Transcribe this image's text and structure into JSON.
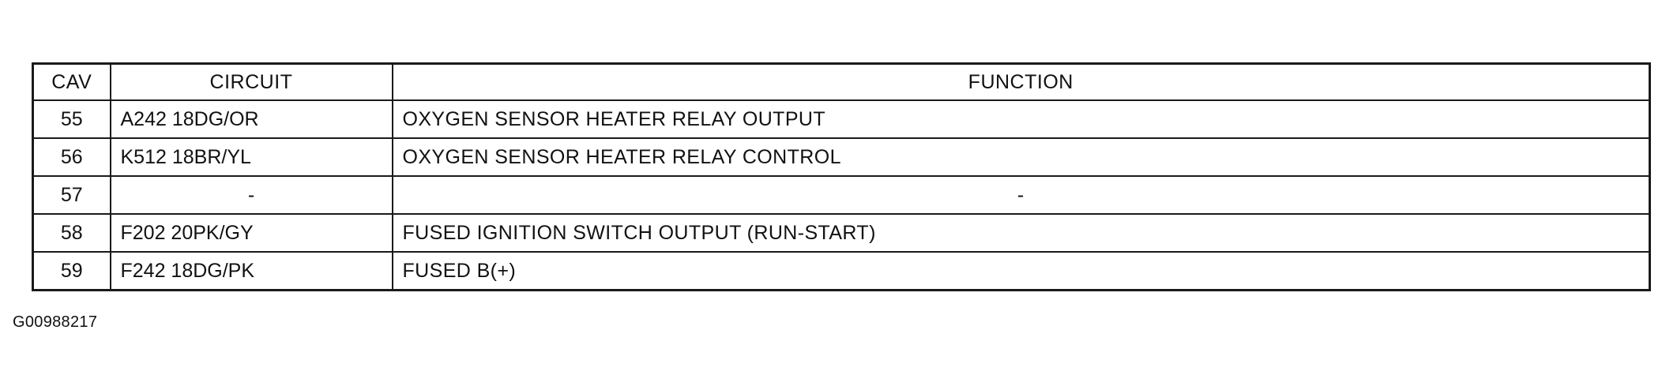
{
  "table": {
    "headers": {
      "cav": "CAV",
      "circuit": "CIRCUIT",
      "function": "FUNCTION"
    },
    "rows": [
      {
        "cav": "55",
        "circuit": "A242 18DG/OR",
        "function": "OXYGEN SENSOR HEATER RELAY OUTPUT"
      },
      {
        "cav": "56",
        "circuit": "K512 18BR/YL",
        "function": "OXYGEN SENSOR HEATER RELAY CONTROL"
      },
      {
        "cav": "57",
        "circuit": "-",
        "function": "-"
      },
      {
        "cav": "58",
        "circuit": "F202 20PK/GY",
        "function": "FUSED IGNITION SWITCH OUTPUT (RUN-START)"
      },
      {
        "cav": "59",
        "circuit": "F242 18DG/PK",
        "function": "FUSED B(+)"
      }
    ]
  },
  "figure_id": "G00988217"
}
